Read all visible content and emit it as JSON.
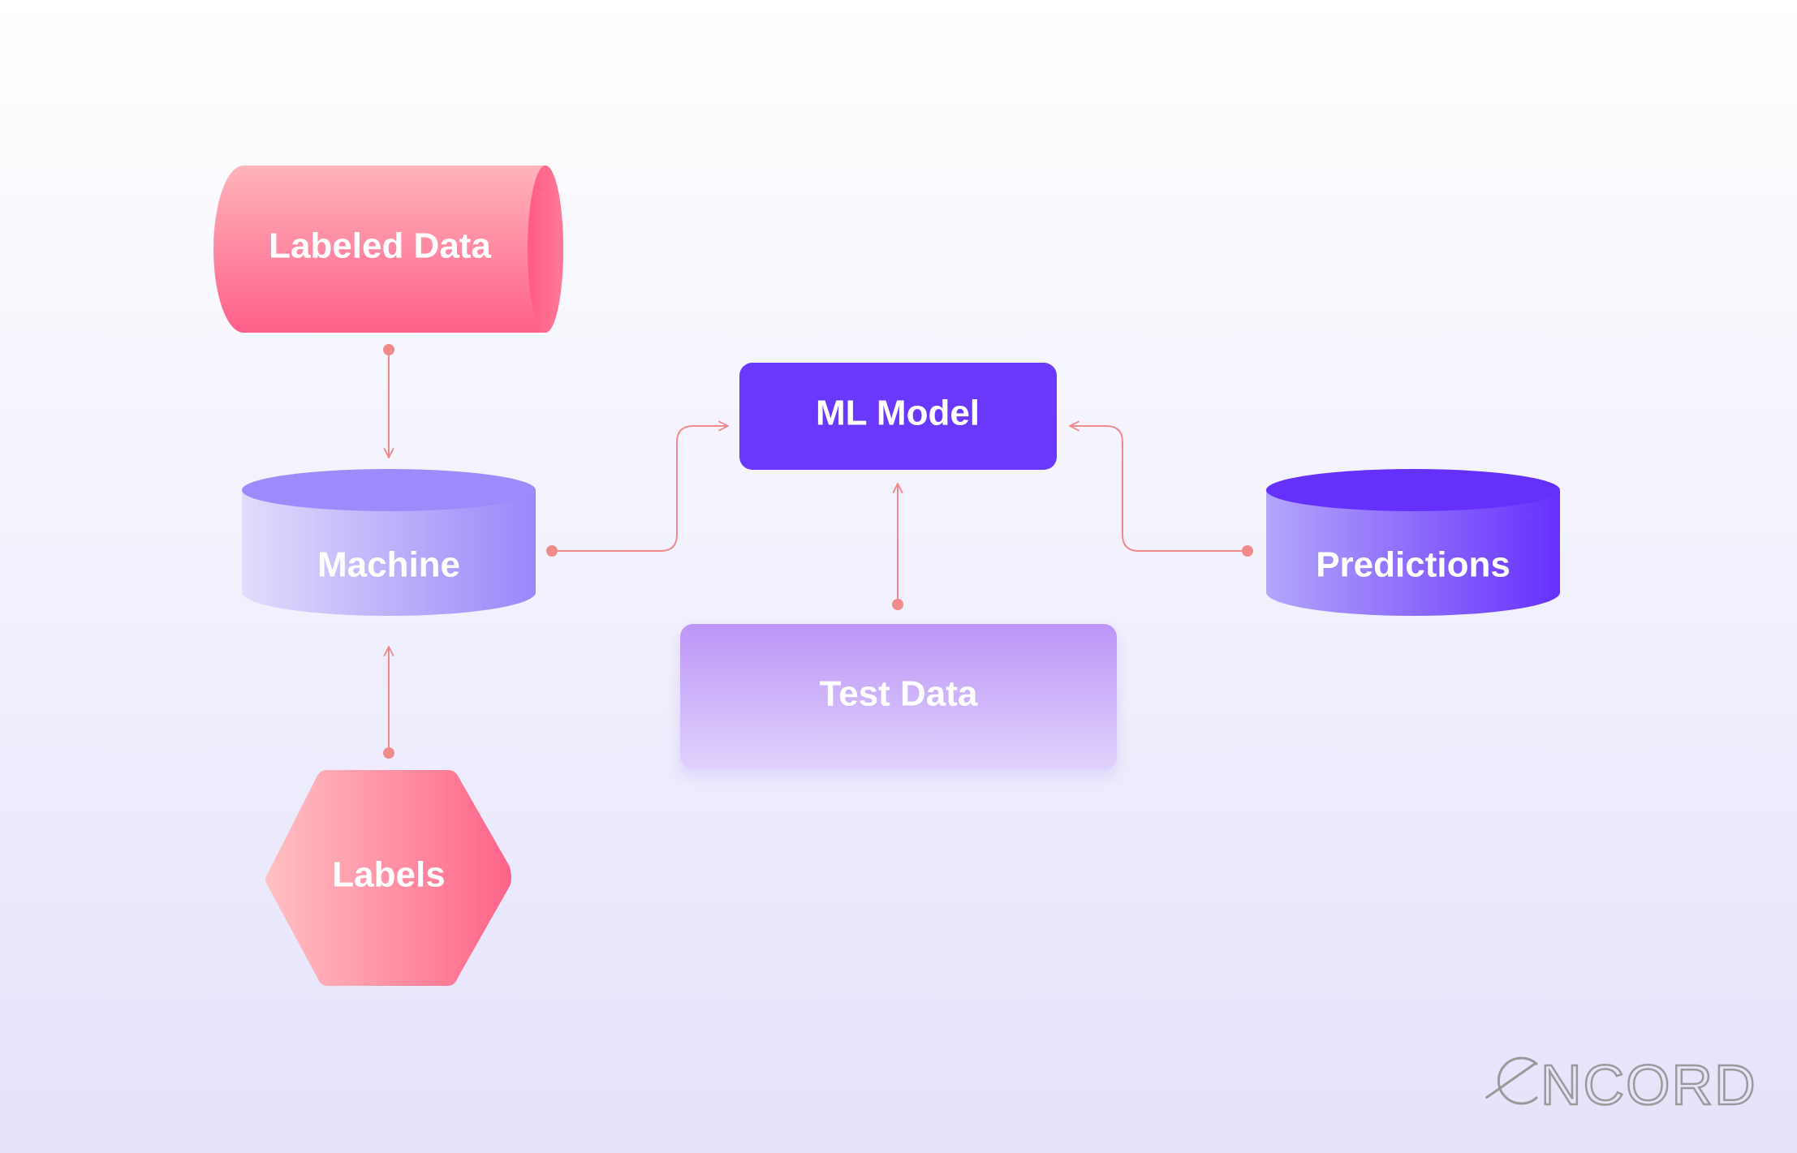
{
  "diagram": {
    "nodes": {
      "labeled_data": "Labeled Data",
      "machine": "Machine",
      "labels": "Labels",
      "ml_model": "ML Model",
      "test_data": "Test Data",
      "predictions": "Predictions"
    },
    "edges": [
      {
        "from": "labeled_data",
        "to": "machine"
      },
      {
        "from": "labels",
        "to": "machine"
      },
      {
        "from": "machine",
        "to": "ml_model"
      },
      {
        "from": "test_data",
        "to": "ml_model"
      },
      {
        "from": "predictions",
        "to": "ml_model"
      }
    ]
  },
  "brand": {
    "logo_text": "ENCORD",
    "logo_letters_tail": "NCORD"
  },
  "colors": {
    "pink_light": "#ffb3bd",
    "pink_dark": "#ff5a86",
    "violet_light": "#e0d7fb",
    "violet_mid": "#9b8afb",
    "violet_deep": "#6a38fc",
    "model_fill": "#6a38fc",
    "test_top": "#bf98f8",
    "test_bottom": "#dcccfb",
    "connector": "#f08b8b",
    "logo": "#9a9a9a"
  }
}
